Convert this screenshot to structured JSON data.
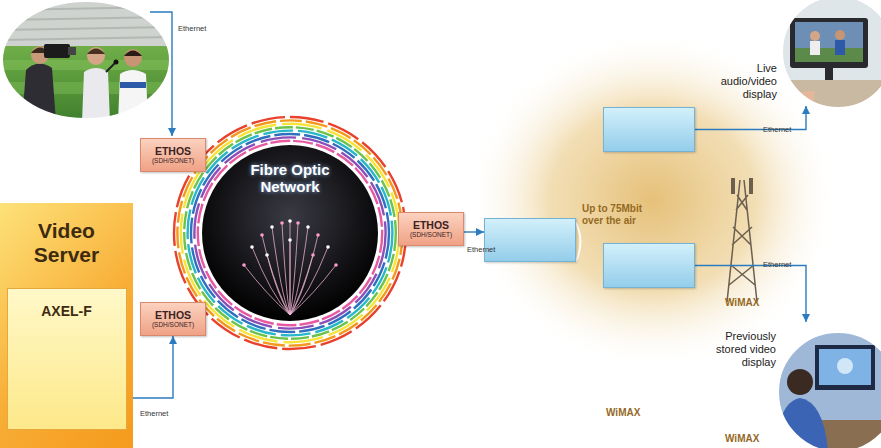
{
  "diagram": {
    "nodes": [
      {
        "text": [
          "ETHOS",
          "(SDH/SONET)"
        ]
      },
      {
        "text": [
          "Fibre Optic Network"
        ]
      },
      {
        "text": [
          "ETHOS",
          "(SDH/SONET)"
        ]
      },
      {
        "text": [
          "Video Server"
        ]
      },
      {
        "text": [
          "AXEL-F"
        ],
        "in": 3
      },
      {
        "text": [
          "ETHOS",
          "(SDH/SONET)"
        ]
      },
      {
        "text": [
          "Up to 75Mbit over the air"
        ]
      },
      {
        "text": [
          "WiMAX"
        ],
        "in": 6
      },
      {
        "text": [
          "WiMAX"
        ],
        "in": 6
      },
      {
        "text": [
          "WiMAX"
        ],
        "in": 6
      },
      {
        "text": [
          "Live audio/video display"
        ]
      },
      {
        "text": [
          "Previously stored video display"
        ]
      }
    ],
    "edges": [
      {
        "from": 3,
        "to": 5,
        "label": "Ethernet",
        "arrow": "to"
      },
      {
        "from": 2,
        "to": 7,
        "label": "Ethernet",
        "arrow": "to"
      },
      {
        "from": 8,
        "to": 10,
        "label": "Ethernet",
        "arrow": "to"
      },
      {
        "from": 9,
        "to": 11,
        "label": "Ethernet",
        "arrow": "to"
      }
    ],
    "labels": [
      "Ethernet"
    ]
  }
}
